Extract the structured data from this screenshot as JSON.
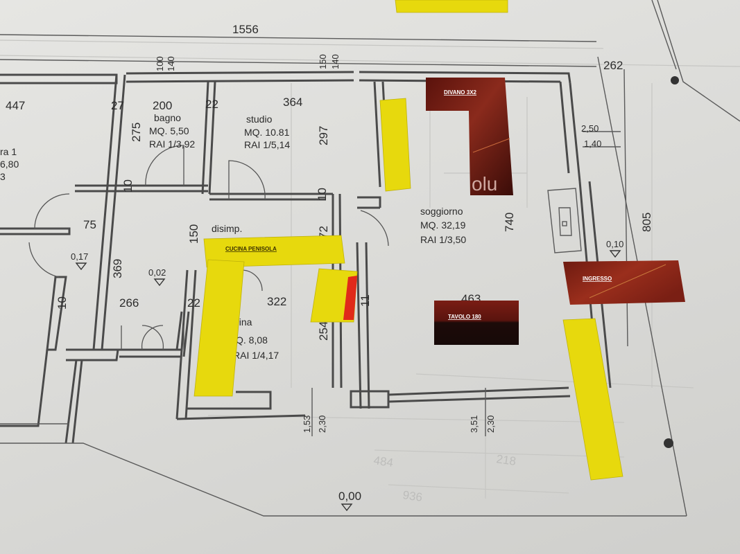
{
  "dimensions": {
    "total_width": "1556",
    "right_dim": "262",
    "d100": "100",
    "d140a": "140",
    "d150": "150",
    "d140b": "140",
    "room_447": "447",
    "d27": "27",
    "d200": "200",
    "d22a": "22",
    "d364": "364",
    "d275": "275",
    "d297": "297",
    "d10a": "10",
    "d10b": "10",
    "d75": "75",
    "d150b": "150",
    "d72": "72",
    "d740": "740",
    "d805": "805",
    "d369": "369",
    "d266": "266",
    "d22b": "22",
    "d322": "322",
    "d254": "254",
    "d11": "11",
    "d463": "463",
    "d10c": "10",
    "d250": "2,50",
    "d140c": "1,40",
    "h153": "1,53",
    "h230a": "2,30",
    "h351": "3,51",
    "h230b": "2,30",
    "lvl017": "0,17",
    "lvl002": "0,02",
    "lvl010": "0,10",
    "lvl000": "0,00"
  },
  "rooms": {
    "bagno": {
      "name": "bagno",
      "mq": "MQ. 5,50",
      "rai": "RAI 1/3,92"
    },
    "studio": {
      "name": "studio",
      "mq": "MQ. 10.81",
      "rai": "RAI 1/5,14"
    },
    "soggiorno": {
      "name": "soggiorno",
      "mq": "MQ. 32,19",
      "rai": "RAI 1/3,50"
    },
    "cucina": {
      "name": "ucina",
      "mq": "Q. 8,08",
      "rai": "RAI 1/4,17"
    },
    "disimp": {
      "name": "disimp."
    },
    "camera_partial": {
      "name": "ra 1",
      "mq": "6,80",
      "extra": "3"
    },
    "partial_olu": "olu"
  },
  "labels": {
    "divano": "DIVANO 3X2",
    "cucina_penisola": "CUCINA PENISOLA",
    "ingresso": "INGRESSO",
    "tavolo": "TAVOLO 180"
  },
  "colors": {
    "paper": "#e3e3e0",
    "ink": "#4a4a4a",
    "yellow_tape": "#e7d90d",
    "maroon": "#7a1d14",
    "dark_maroon": "#2a0d0a"
  }
}
